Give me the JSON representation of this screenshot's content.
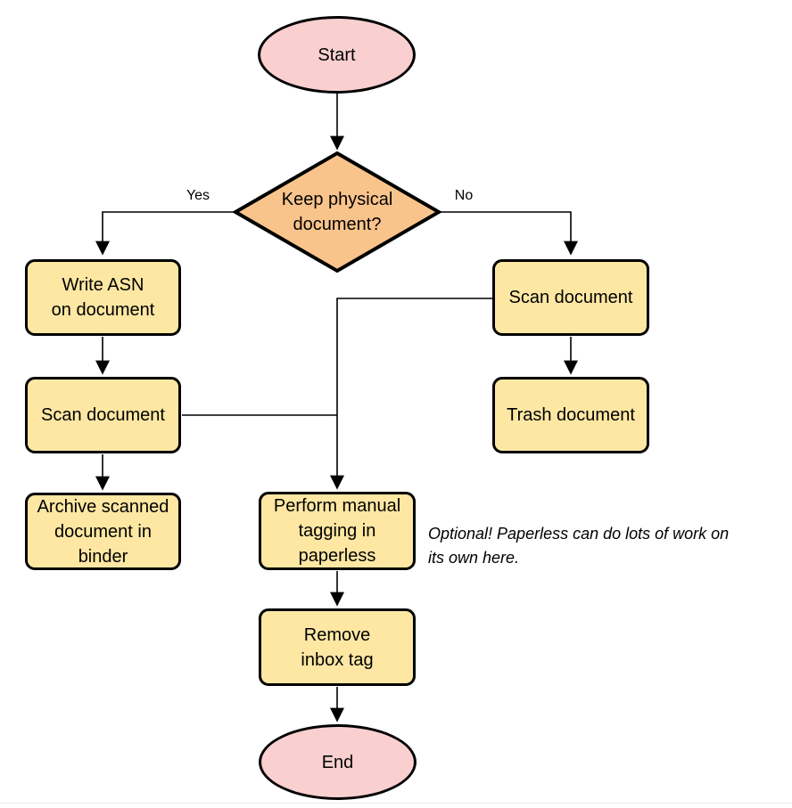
{
  "diagram": {
    "type": "flowchart",
    "colors": {
      "background": "#ffffff",
      "stroke": "#000000",
      "terminal_fill": "#f9cfd0",
      "decision_fill": "#f9c48c",
      "process_fill": "#fde7a3"
    },
    "nodes": {
      "start": {
        "label": "Start",
        "shape": "ellipse"
      },
      "keep_physical": {
        "label": "Keep physical\ndocument?",
        "shape": "diamond"
      },
      "write_asn": {
        "label": "Write ASN\non document",
        "shape": "rect"
      },
      "scan_document_left": {
        "label": "Scan document",
        "shape": "rect"
      },
      "archive_binder": {
        "label": "Archive scanned\ndocument in\nbinder",
        "shape": "rect"
      },
      "scan_document_right": {
        "label": "Scan document",
        "shape": "rect"
      },
      "trash_document": {
        "label": "Trash document",
        "shape": "rect"
      },
      "manual_tagging": {
        "label": "Perform manual\ntagging in\npaperless",
        "shape": "rect"
      },
      "remove_inbox_tag": {
        "label": "Remove\ninbox tag",
        "shape": "rect"
      },
      "end": {
        "label": "End",
        "shape": "ellipse"
      }
    },
    "edge_labels": {
      "yes": "Yes",
      "no": "No"
    },
    "annotation": "Optional! Paperless can do lots of work on\nits own here."
  }
}
